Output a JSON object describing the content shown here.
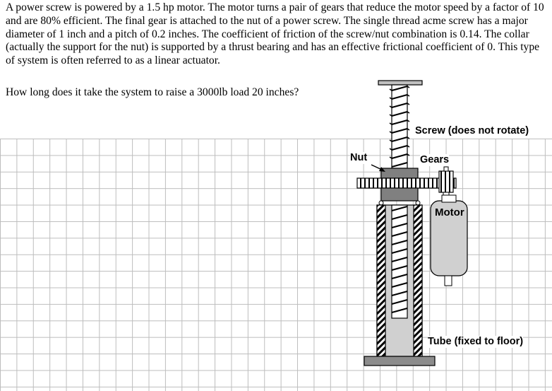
{
  "problem": {
    "paragraph": "A power screw is powered by a 1.5 hp motor.  The motor turns a pair of gears that reduce the motor speed by a factor of 10 and are 80% efficient.  The final gear is attached to the nut of a power screw.  The single thread acme screw has a major diameter of 1 inch and a pitch of 0.2 inches.  The coefficient of friction of the screw/nut combination is 0.14.  The collar (actually the support for the nut) is supported by a thrust bearing and has an effective frictional coefficient of 0.  This type of system is often referred to as a linear actuator.",
    "question": "How long does it take the system to raise a 3000lb load 20 inches?"
  },
  "figure": {
    "labels": {
      "screw": "Screw (does not rotate)",
      "nut": "Nut",
      "gears": "Gears",
      "motor": "Motor",
      "tube": "Tube (fixed to floor)"
    }
  }
}
